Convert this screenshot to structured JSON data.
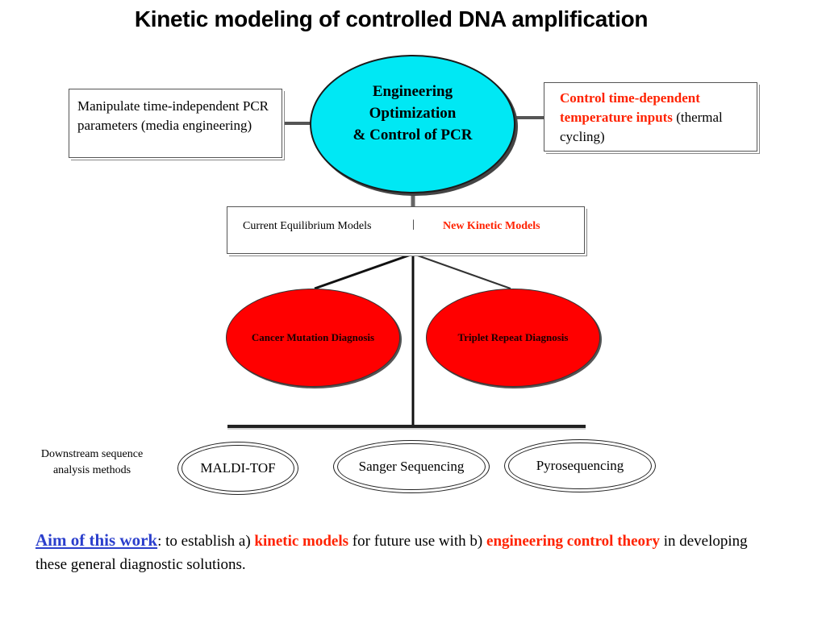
{
  "title": "Kinetic modeling of controlled DNA amplification",
  "center_node": {
    "line1": "Engineering",
    "line2": "Optimization",
    "line3": "& Control of PCR"
  },
  "left_box": {
    "text": "Manipulate time-independent PCR parameters (media engineering)"
  },
  "right_box": {
    "highlight": "Control time-dependent temperature inputs",
    "rest": " (thermal cycling)"
  },
  "models_box": {
    "current": "Current Equilibrium Models",
    "separator": "|",
    "new": "New Kinetic Models"
  },
  "diagnosis": {
    "left": "Cancer Mutation Diagnosis",
    "right": "Triplet Repeat Diagnosis"
  },
  "downstream_label": "Downstream sequence analysis methods",
  "methods": [
    "MALDI-TOF",
    "Sanger Sequencing",
    "Pyrosequencing"
  ],
  "aim": {
    "label": "Aim of this work",
    "t1": ": to establish a) ",
    "h1": "kinetic models",
    "t2": " for future use with b) ",
    "h2": "engineering control theory",
    "t3": " in developing these general diagnostic solutions."
  },
  "colors": {
    "center_fill": "#00e8f4",
    "diagnosis_fill": "#ff0000",
    "highlight_text": "#ff2200",
    "aim_label": "#2b3fcc"
  }
}
